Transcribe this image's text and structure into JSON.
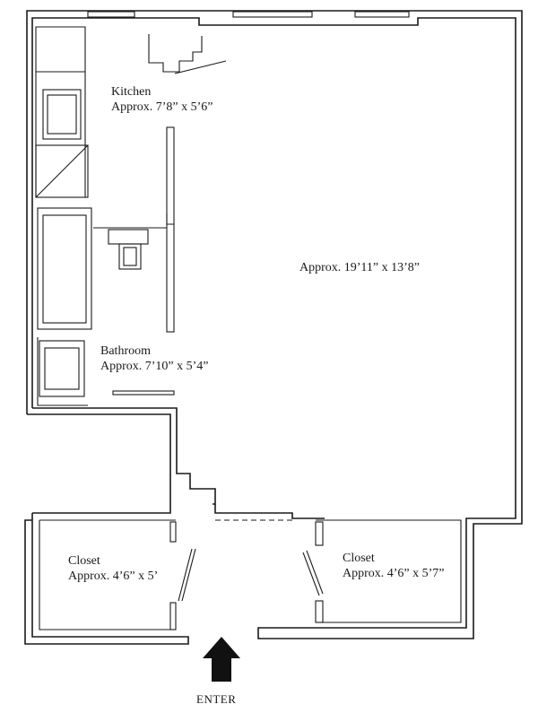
{
  "rooms": {
    "kitchen": {
      "name": "Kitchen",
      "size": "Approx. 7’8” x 5’6”"
    },
    "living": {
      "name": "",
      "size": "Approx. 19’11” x 13’8”"
    },
    "bathroom": {
      "name": "Bathroom",
      "size": "Approx. 7’10” x 5’4”"
    },
    "closet_left": {
      "name": "Closet",
      "size": "Approx. 4’6” x 5’"
    },
    "closet_right": {
      "name": "Closet",
      "size": "Approx. 4’6” x 5’7”"
    }
  },
  "entry": {
    "label": "ENTER",
    "icon": "up-arrow-icon"
  }
}
